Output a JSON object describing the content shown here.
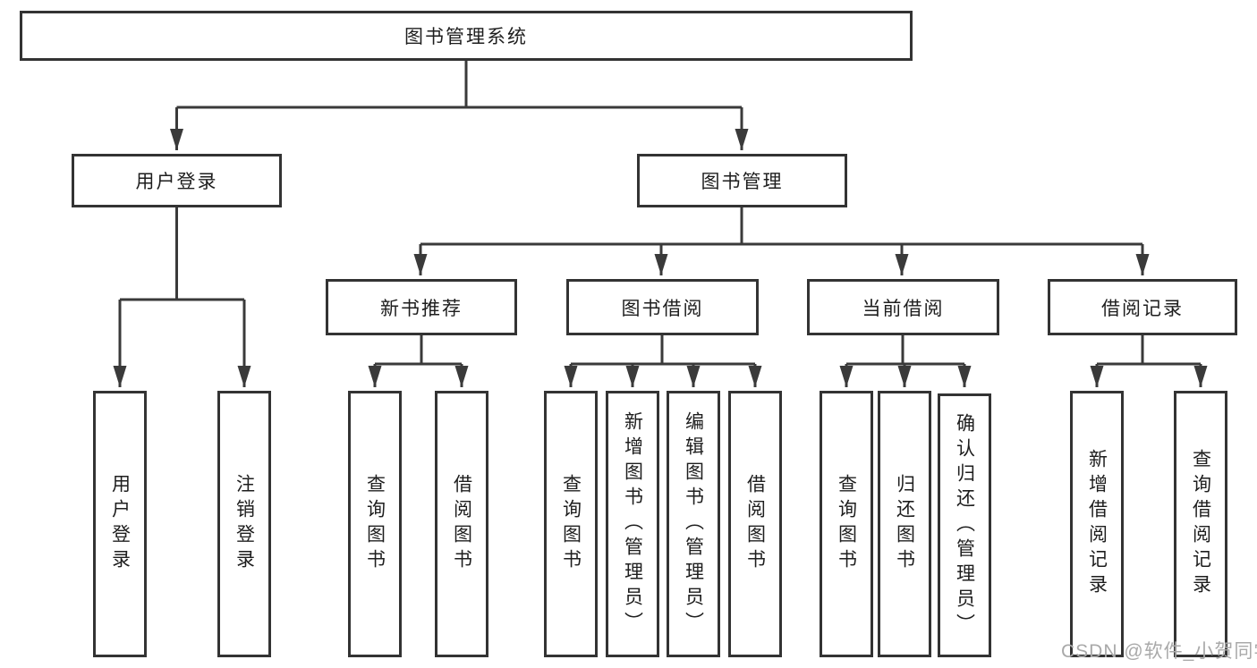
{
  "diagram": {
    "title": "图书管理系统",
    "type": "tree-structure-chart",
    "colors": {
      "line": "#3a3a3a",
      "box_border": "#333333",
      "box_fill": "#ffffff",
      "text": "#1e1e1e",
      "watermark": "#a9a9a9",
      "background": "#ffffff"
    },
    "nodes": {
      "root": {
        "label": "图书管理系统"
      },
      "user_login": {
        "label": "用户登录"
      },
      "book_mgmt": {
        "label": "图书管理"
      },
      "new_book_rec": {
        "label": "新书推荐"
      },
      "book_borrow": {
        "label": "图书借阅"
      },
      "current_borrow": {
        "label": "当前借阅"
      },
      "borrow_records": {
        "label": "借阅记录"
      },
      "leaf_user_login": {
        "label": "用户登录"
      },
      "leaf_logout": {
        "label": "注销登录"
      },
      "leaf_rec_query": {
        "label": "查询图书"
      },
      "leaf_rec_borrow": {
        "label": "借阅图书"
      },
      "leaf_bb_query": {
        "label": "查询图书"
      },
      "leaf_bb_add": {
        "label": "新增图书（管理员）"
      },
      "leaf_bb_edit": {
        "label": "编辑图书（管理员）"
      },
      "leaf_bb_borrow": {
        "label": "借阅图书"
      },
      "leaf_cb_query": {
        "label": "查询图书"
      },
      "leaf_cb_return": {
        "label": "归还图书"
      },
      "leaf_cb_confirm": {
        "label": "确认归还（管理员）"
      },
      "leaf_br_add": {
        "label": "新增借阅记录"
      },
      "leaf_br_query": {
        "label": "查询借阅记录"
      }
    },
    "hierarchy": {
      "root": [
        "user_login",
        "book_mgmt"
      ],
      "user_login": [
        "leaf_user_login",
        "leaf_logout"
      ],
      "book_mgmt": [
        "new_book_rec",
        "book_borrow",
        "current_borrow",
        "borrow_records"
      ],
      "new_book_rec": [
        "leaf_rec_query",
        "leaf_rec_borrow"
      ],
      "book_borrow": [
        "leaf_bb_query",
        "leaf_bb_add",
        "leaf_bb_edit",
        "leaf_bb_borrow"
      ],
      "current_borrow": [
        "leaf_cb_query",
        "leaf_cb_return",
        "leaf_cb_confirm"
      ],
      "borrow_records": [
        "leaf_br_add",
        "leaf_br_query"
      ]
    },
    "watermark": "CSDN @软件_小贺同学"
  }
}
